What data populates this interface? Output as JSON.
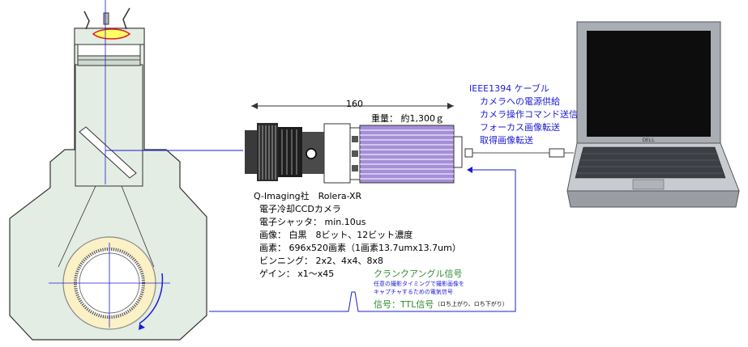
{
  "dimension": {
    "length": "160",
    "weight": "重量：  約1,300ｇ"
  },
  "camera": {
    "model": "Q-Imaging社　Rolera-XR",
    "specs": [
      "電子冷却CCDカメラ",
      "電子シャッタ：   min.10us",
      "画像：  白黒　8ビット、12ビット濃度",
      "画素：   696x520画素（1画素13.7umx13.7um）",
      "ビンニング：   2x2、4x4、8x8",
      "ゲイン：   x1～x45"
    ]
  },
  "cable": {
    "title": "IEEE1394 ケーブル",
    "items": [
      "カメラへの電源供給",
      "カメラ操作コマンド送信",
      "フォーカス画像転送",
      "取得画像転送"
    ]
  },
  "signal": {
    "title": "クランクアングル信号",
    "desc1": "任意の撮影タイミングで撮影画像を",
    "desc2": "キャプチャするための電気信号",
    "type": "信号：TTL信号",
    "edge": "（ロち上がり、ロち下がり）"
  },
  "colors": {
    "engine_fill": "#e3ede3",
    "accent_blue": "#1c1cd4",
    "signal_green": "#2e8b2e",
    "lens_dark": "#3a3a3a",
    "body_purple": "#a58fd8"
  }
}
